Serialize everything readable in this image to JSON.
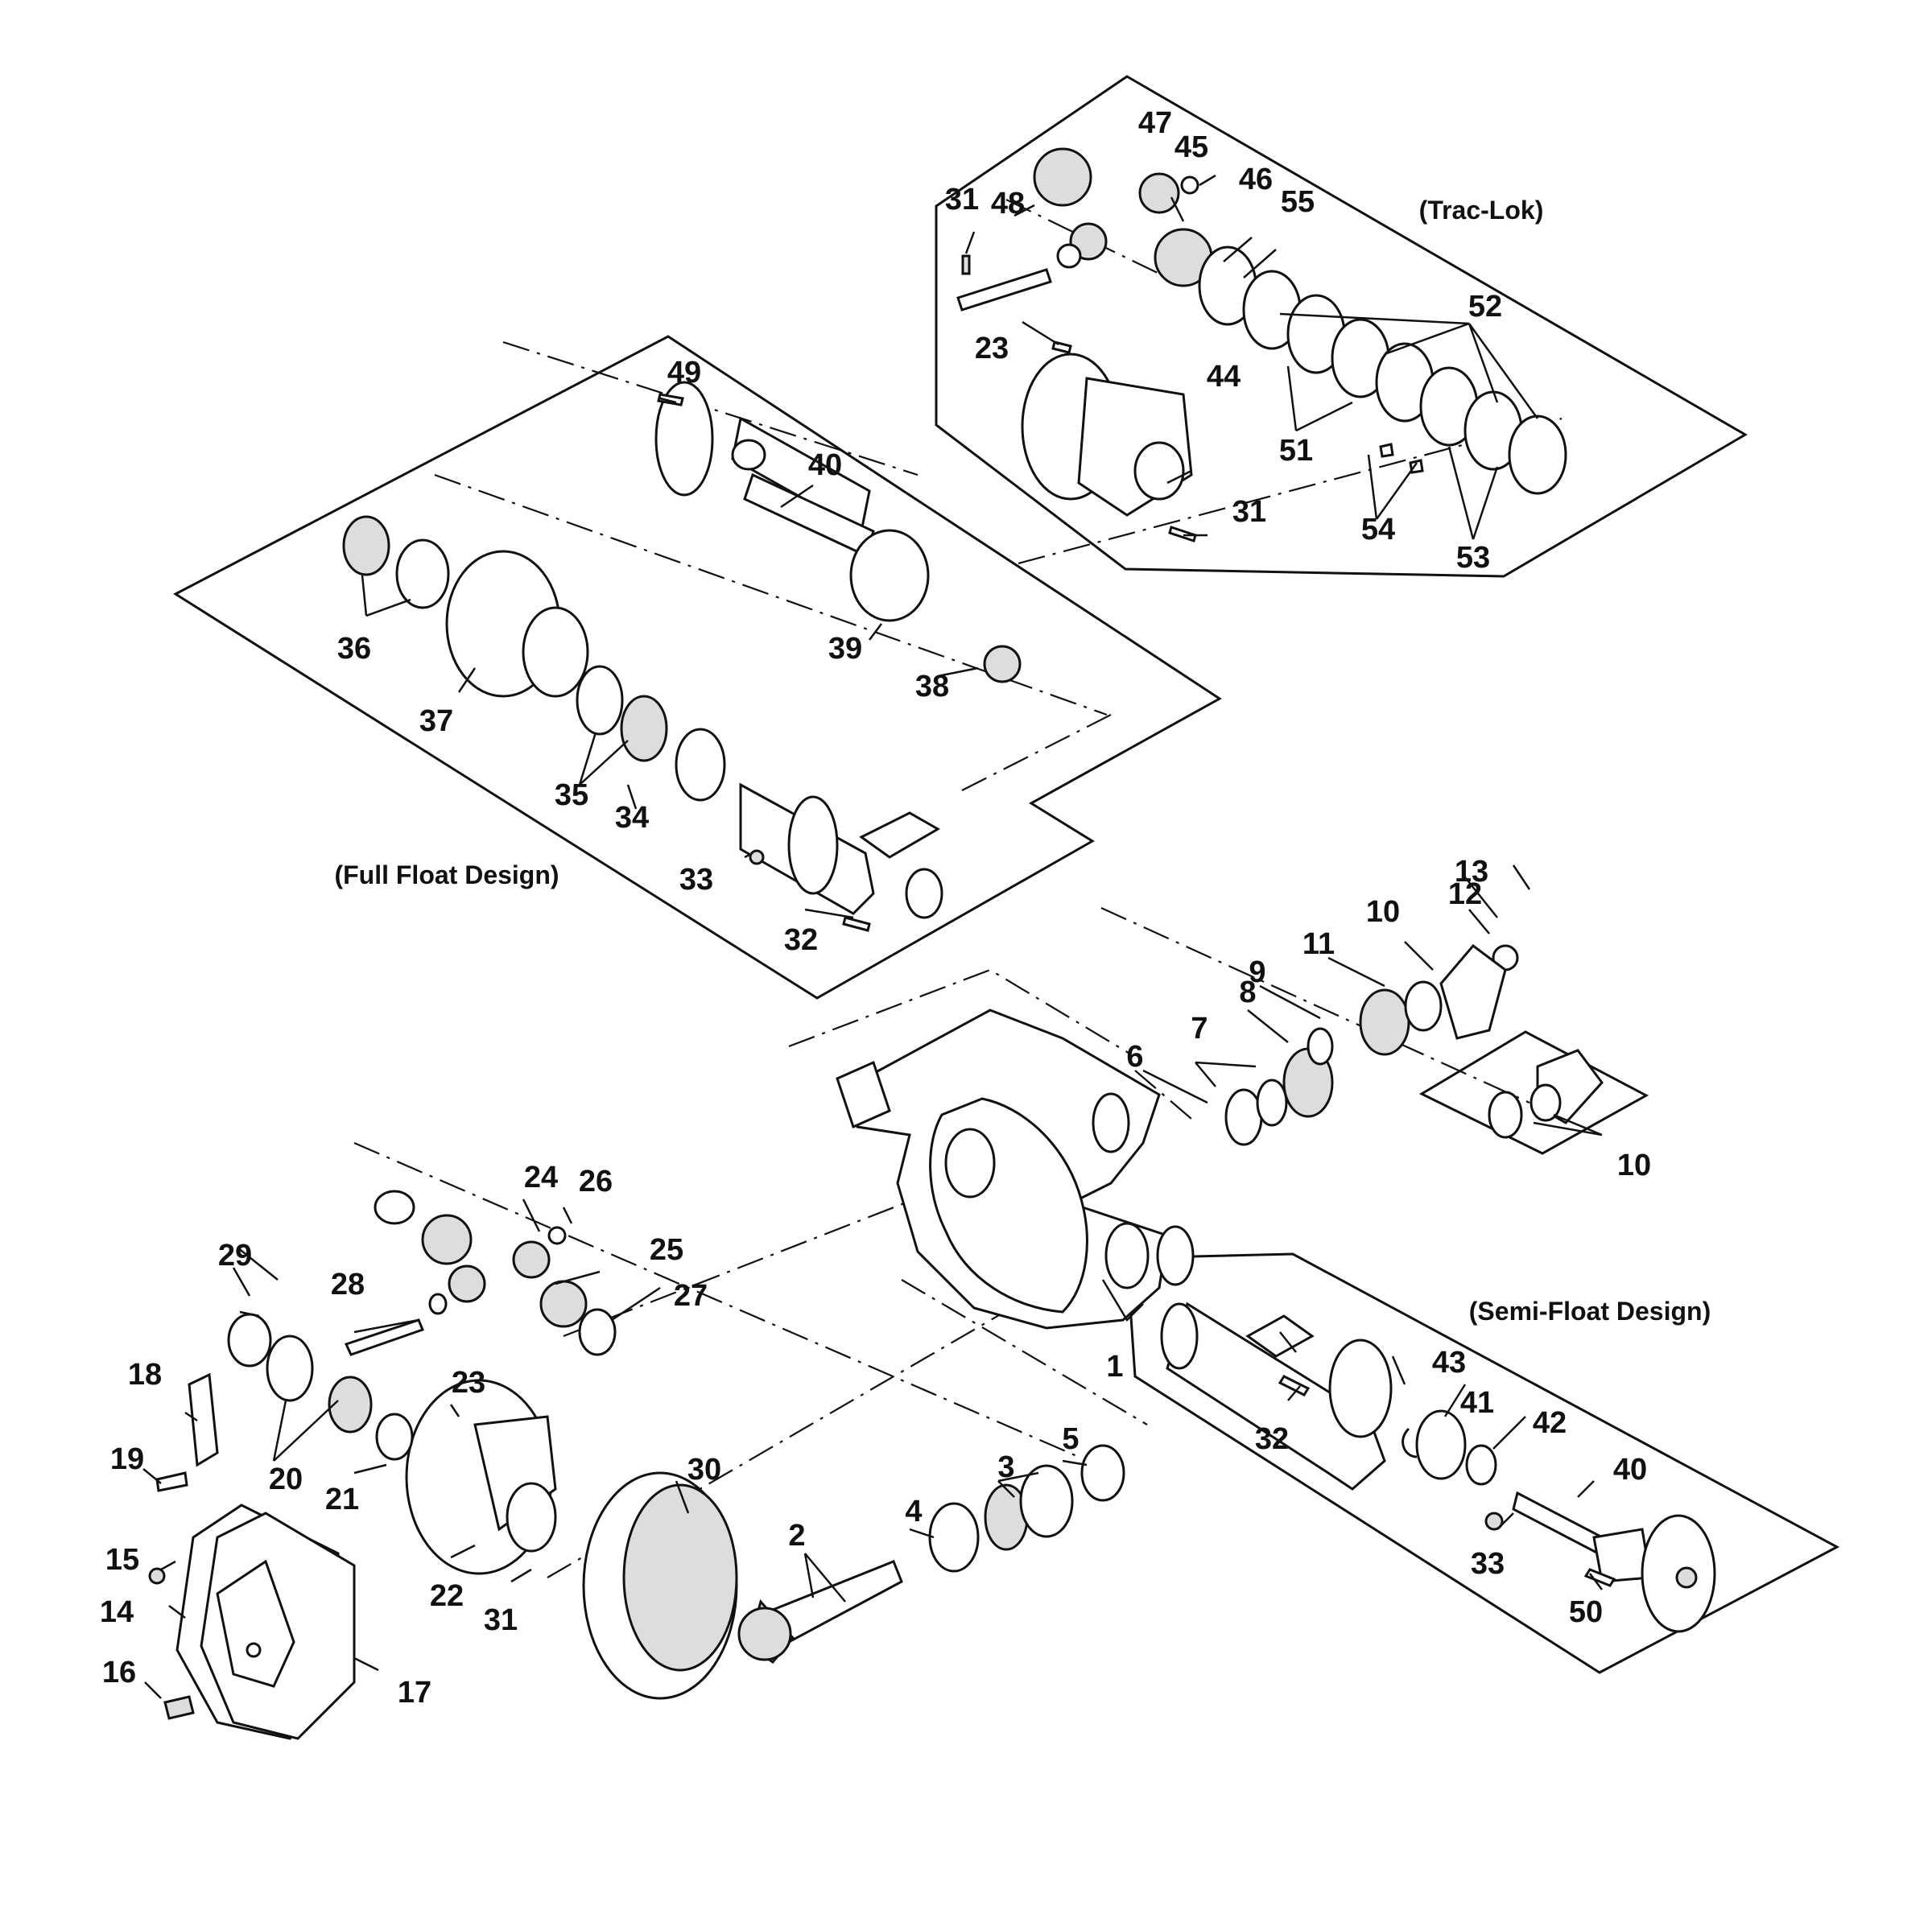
{
  "sections": {
    "trac_lok": "(Trac-Lok)",
    "full_float": "(Full Float Design)",
    "semi_float": "(Semi-Float Design)"
  },
  "callouts": [
    "1",
    "2",
    "3",
    "4",
    "5",
    "6",
    "7",
    "8",
    "9",
    "10",
    "11",
    "12",
    "13",
    "10",
    "14",
    "15",
    "16",
    "17",
    "18",
    "19",
    "20",
    "21",
    "22",
    "23",
    "24",
    "25",
    "26",
    "27",
    "28",
    "29",
    "30",
    "31",
    "32",
    "33",
    "34",
    "35",
    "36",
    "37",
    "38",
    "39",
    "40",
    "49",
    "31",
    "23",
    "44",
    "31",
    "45",
    "46",
    "47",
    "48",
    "51",
    "52",
    "53",
    "54",
    "55",
    "32",
    "33",
    "40",
    "41",
    "42",
    "43",
    "50"
  ]
}
